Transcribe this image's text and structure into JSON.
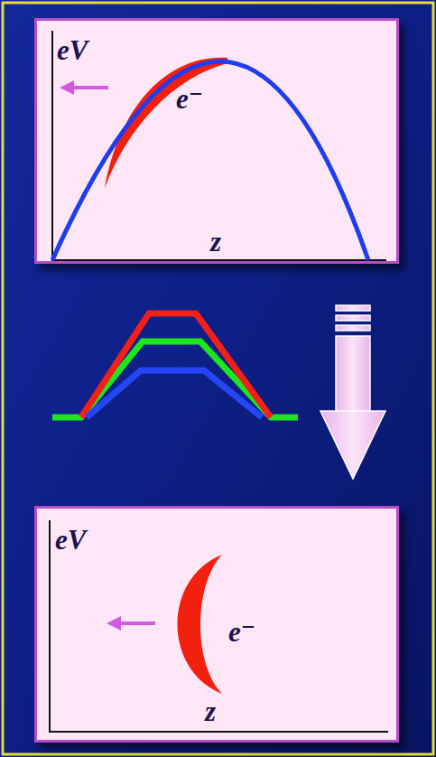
{
  "diagram": {
    "nodes": [
      {
        "text": [
          "eV",
          "e⁻",
          "z"
        ]
      },
      {
        "text": [
          "eV",
          "e⁻",
          "z"
        ]
      }
    ]
  }
}
